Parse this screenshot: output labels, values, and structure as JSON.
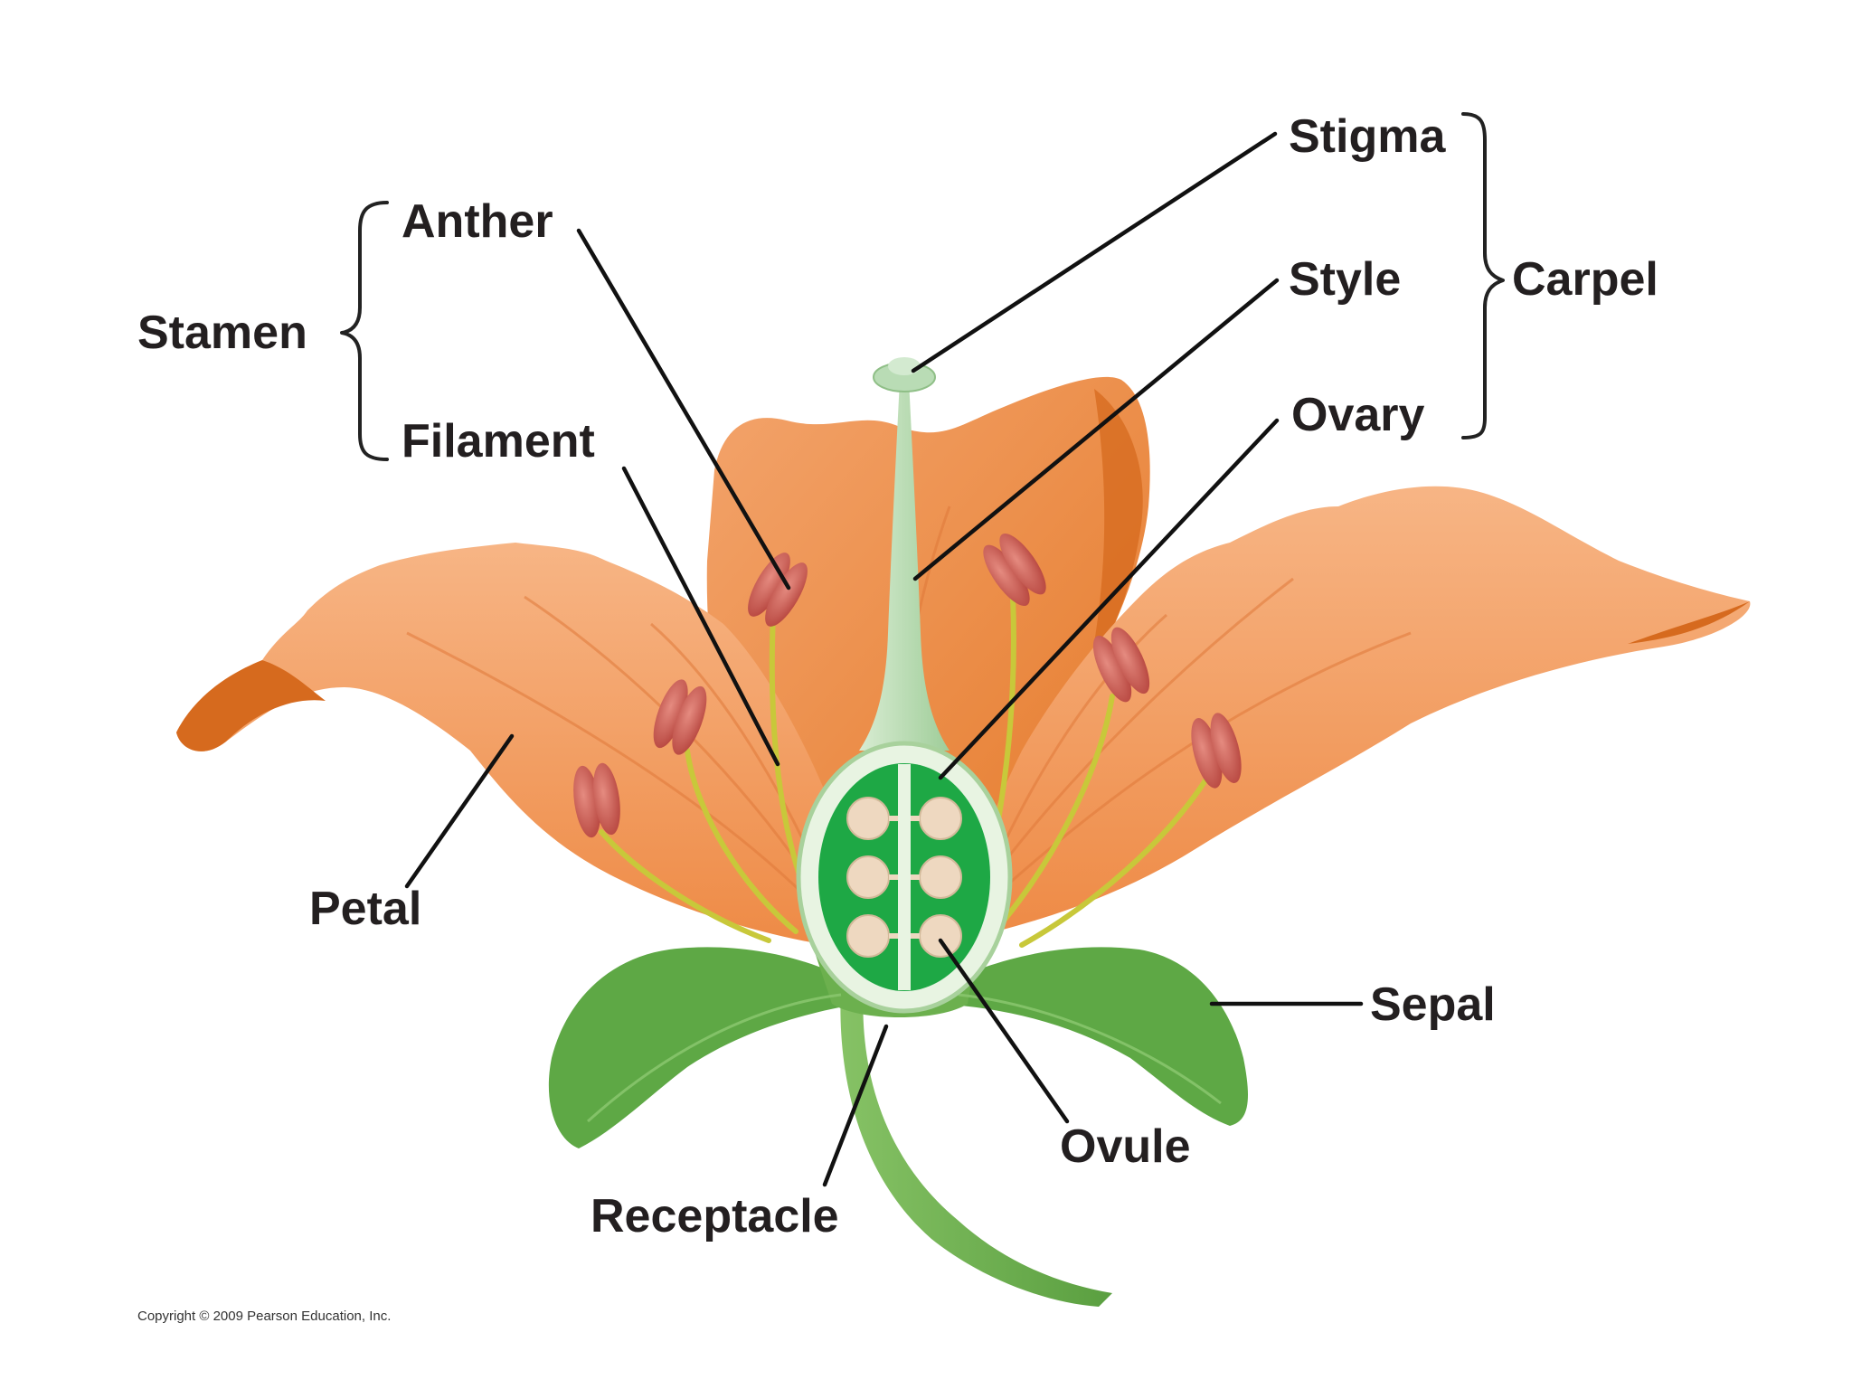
{
  "labels": {
    "stamen": "Stamen",
    "anther": "Anther",
    "filament": "Filament",
    "stigma": "Stigma",
    "style": "Style",
    "ovary": "Ovary",
    "carpel": "Carpel",
    "petal": "Petal",
    "sepal": "Sepal",
    "ovule": "Ovule",
    "receptacle": "Receptacle"
  },
  "copyright": "Copyright © 2009 Pearson Education, Inc.",
  "colors": {
    "petal": "#f39a5e",
    "petal_dark": "#e57a2a",
    "petal_light": "#f7b585",
    "sepal": "#5ea845",
    "stem": "#6cb04e",
    "style": "#b9dcb5",
    "ovary_wall": "#e8f4e2",
    "ovary_inner": "#1ea845",
    "ovule": "#eed8c0",
    "anther": "#c9584f",
    "filament": "#c8c83a"
  }
}
